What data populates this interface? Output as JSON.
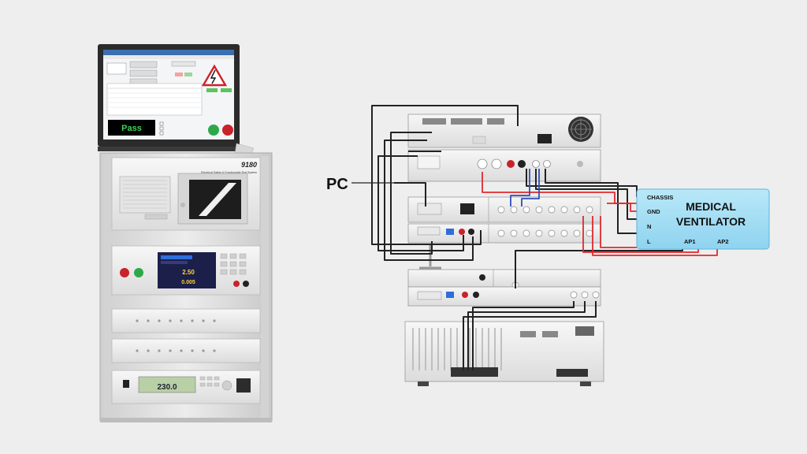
{
  "colors": {
    "background": "#eeeeee",
    "rack_body": "#dedede",
    "ventilator_box": "#9fdcf4",
    "wire_black": "#222222",
    "wire_red": "#e0292c",
    "wire_blue": "#2d4fb8",
    "pass_text": "#39d353",
    "monitor_bezel": "#2b2b2b"
  },
  "rack": {
    "model": "9180",
    "model_subtitle": "Electrical Safety & Functionality Test System",
    "screen": {
      "result": "Pass",
      "warning_icon": "high-voltage-warning-icon"
    },
    "meter_readout": "2.50",
    "meter_readout_2": "0.005",
    "source_readout": "230.0"
  },
  "diagram": {
    "pc_label": "PC",
    "dut": {
      "title_line1": "MEDICAL",
      "title_line2": "VENTILATOR",
      "terminal_chassis": "CHASSIS",
      "terminal_gnd": "GND",
      "terminal_n": "N",
      "terminal_l": "L",
      "terminal_ap1": "AP1",
      "terminal_ap2": "AP2"
    }
  }
}
